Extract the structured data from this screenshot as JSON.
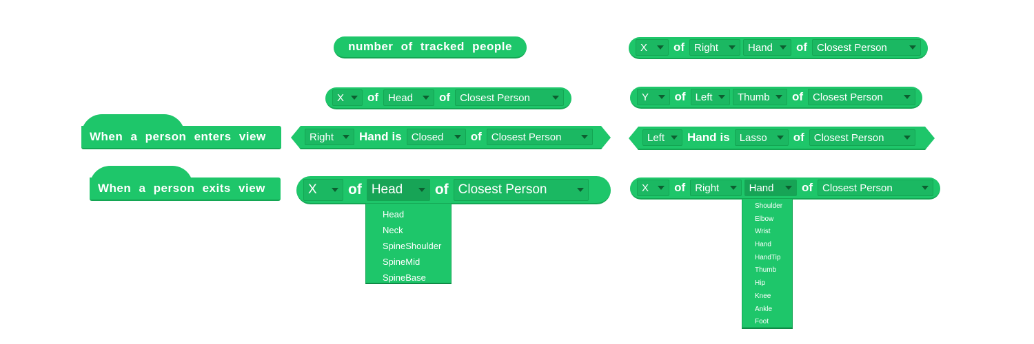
{
  "common": {
    "of": "of",
    "hand": "Hand",
    "is": "is",
    "closest_person": "Closest Person"
  },
  "blocks": {
    "tracked_people": "number of tracked people",
    "x_head": {
      "axis": "X",
      "joint": "Head"
    },
    "hand_closed": {
      "side": "Right",
      "state": "Closed"
    },
    "x_head_big": {
      "axis": "X",
      "joint": "Head"
    },
    "x_right_hand_top": {
      "axis": "X",
      "side": "Right",
      "joint": "Hand"
    },
    "y_left_thumb": {
      "axis": "Y",
      "side": "Left",
      "joint": "Thumb"
    },
    "hand_lasso": {
      "side": "Left",
      "state": "Lasso"
    },
    "x_right_hand_bottom": {
      "axis": "X",
      "side": "Right",
      "joint": "Hand"
    }
  },
  "hats": {
    "enters": "When a person enters view",
    "exits": "When a person exits view"
  },
  "menus": {
    "head_joints": [
      "Head",
      "Neck",
      "SpineShoulder",
      "SpineMid",
      "SpineBase"
    ],
    "hand_joints": [
      "Shoulder",
      "Elbow",
      "Wrist",
      "Hand",
      "HandTip",
      "Thumb",
      "Hip",
      "Knee",
      "Ankle",
      "Foot"
    ]
  },
  "colors": {
    "block": "#1ec66a",
    "block_dark": "#14a653",
    "dropdown": "#1bb862"
  }
}
